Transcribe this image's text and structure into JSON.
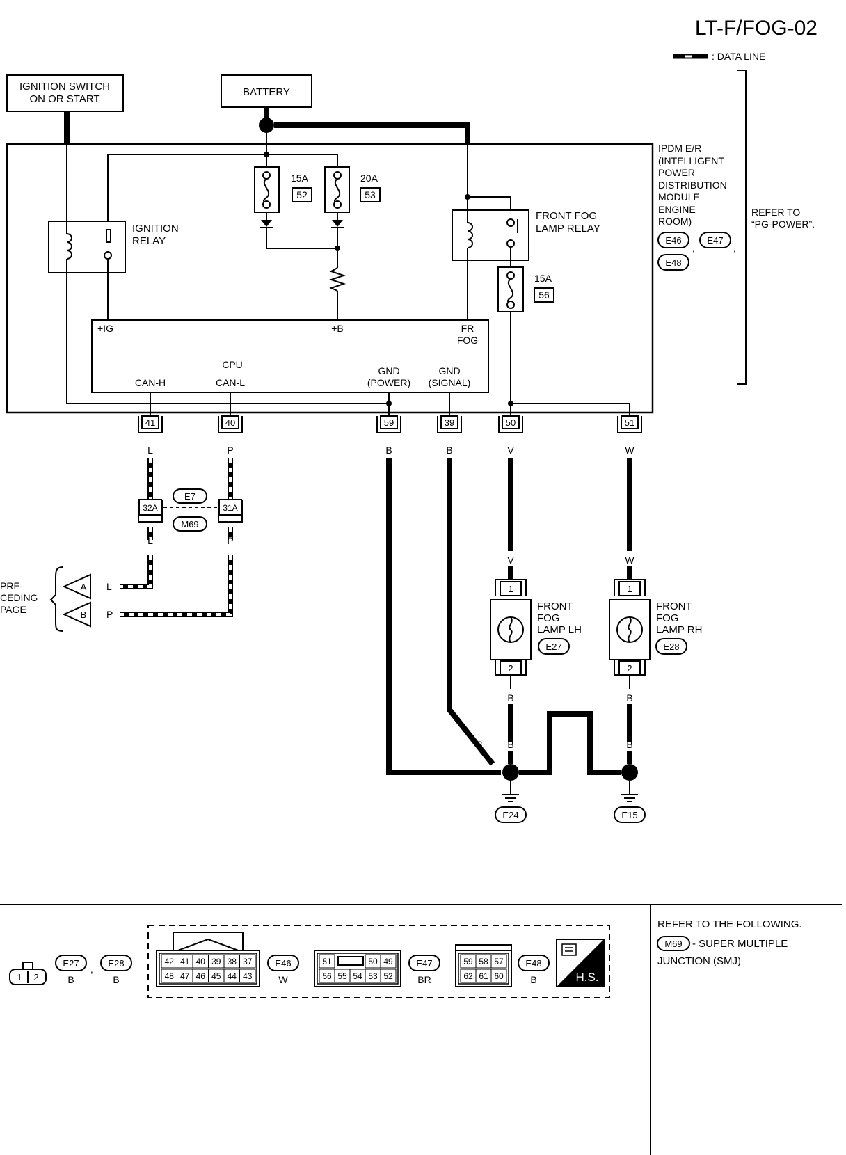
{
  "page": {
    "title": "LT-F/FOG-02"
  },
  "legend": {
    "data_line": ": DATA LINE"
  },
  "top_boxes": {
    "ignition_switch": {
      "line1": "IGNITION SWITCH",
      "line2": "ON OR START"
    },
    "battery": "BATTERY"
  },
  "ipdm": {
    "lines": [
      "IPDM E/R",
      "(INTELLIGENT",
      "POWER",
      "DISTRIBUTION",
      "MODULE",
      "ENGINE",
      "ROOM)"
    ],
    "connectors": [
      "E46",
      "E47",
      "E48"
    ],
    "refer": [
      "REFER TO",
      "“PG-POWER”."
    ]
  },
  "ignition_relay": {
    "line1": "IGNITION",
    "line2": "RELAY"
  },
  "fog_relay": {
    "line1": "FRONT FOG",
    "line2": "LAMP RELAY"
  },
  "fuses": [
    {
      "amps": "15A",
      "number": "52"
    },
    {
      "amps": "20A",
      "number": "53"
    },
    {
      "amps": "15A",
      "number": "56"
    }
  ],
  "cpu": {
    "label": "CPU",
    "ig": "+IG",
    "b": "+B",
    "fr": "FR",
    "fog": "FOG",
    "can_h": "CAN-H",
    "can_l": "CAN-L",
    "gnd_power": [
      "GND",
      "(POWER)"
    ],
    "gnd_signal": [
      "GND",
      "(SIGNAL)"
    ]
  },
  "terminals": [
    "41",
    "40",
    "59",
    "39",
    "50",
    "51"
  ],
  "wire_colors": {
    "l": "L",
    "p": "P",
    "b": "B",
    "v": "V",
    "w": "W"
  },
  "smj": {
    "left": "32A",
    "right": "31A",
    "top": "E7",
    "bottom": "M69"
  },
  "preceding": {
    "lines": [
      "PRE-",
      "CEDING",
      "PAGE"
    ],
    "a": "A",
    "b": "B"
  },
  "lamp_lh": {
    "lines": [
      "FRONT",
      "FOG",
      "LAMP LH"
    ],
    "connector": "E27",
    "pin1": "1",
    "pin2": "2"
  },
  "lamp_rh": {
    "lines": [
      "FRONT",
      "FOG",
      "LAMP RH"
    ],
    "connector": "E28",
    "pin1": "1",
    "pin2": "2"
  },
  "grounds": [
    "E24",
    "E15"
  ],
  "bottom": {
    "small_connector_pins": [
      "1",
      "2"
    ],
    "e27": {
      "id": "E27",
      "color": "B"
    },
    "e28": {
      "id": "E28",
      "color": "B"
    },
    "e46": {
      "id": "E46",
      "color": "W",
      "row1": [
        "42",
        "41",
        "40",
        "39",
        "38",
        "37"
      ],
      "row2": [
        "48",
        "47",
        "46",
        "45",
        "44",
        "43"
      ]
    },
    "e47": {
      "id": "E47",
      "color": "BR",
      "row1": [
        "51",
        "50",
        "49"
      ],
      "row2": [
        "56",
        "55",
        "54",
        "53",
        "52"
      ]
    },
    "e48": {
      "id": "E48",
      "color": "B",
      "row1": [
        "59",
        "58",
        "57"
      ],
      "row2": [
        "62",
        "61",
        "60"
      ]
    },
    "hs": "H.S.",
    "refer_lines": [
      "REFER TO THE FOLLOWING.",
      "- SUPER MULTIPLE",
      "JUNCTION (SMJ)"
    ],
    "refer_connector": "M69"
  }
}
